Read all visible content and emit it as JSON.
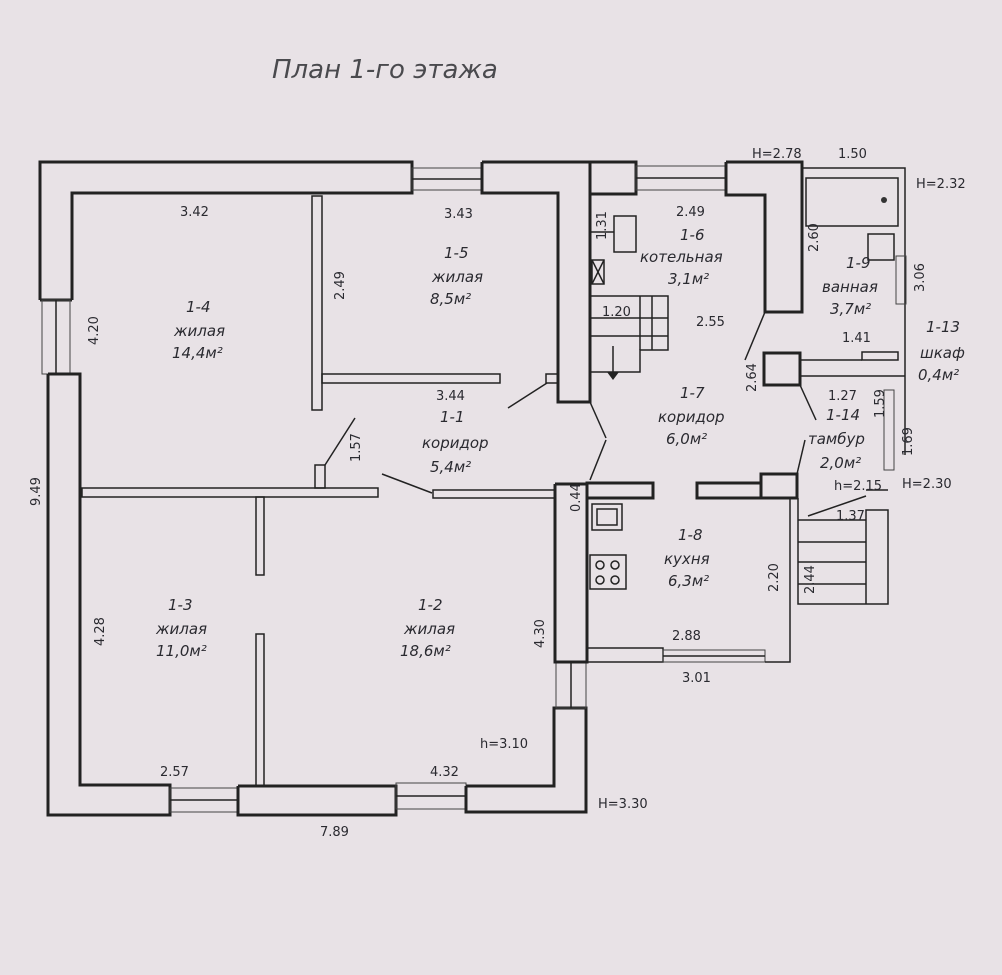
{
  "title": "План 1-го этажа",
  "rooms": [
    {
      "id": "1-4",
      "name": "жилая",
      "area": "14,4м²"
    },
    {
      "id": "1-5",
      "name": "жилая",
      "area": "8,5м²"
    },
    {
      "id": "1-6",
      "name": "котельная",
      "area": "3,1м²"
    },
    {
      "id": "1-9",
      "name": "ванная",
      "area": "3,7м²"
    },
    {
      "id": "1-13",
      "name": "шкаф",
      "area": "0,4м²"
    },
    {
      "id": "1-1",
      "name": "коридор",
      "area": "5,4м²"
    },
    {
      "id": "1-7",
      "name": "коридор",
      "area": "6,0м²"
    },
    {
      "id": "1-14",
      "name": "тамбур",
      "area": "2,0м²"
    },
    {
      "id": "1-8",
      "name": "кухня",
      "area": "6,3м²"
    },
    {
      "id": "1-3",
      "name": "жилая",
      "area": "11,0м²"
    },
    {
      "id": "1-2",
      "name": "жилая",
      "area": "18,6м²"
    }
  ],
  "dimensions": [
    "3.42",
    "3.43",
    "2.49",
    "1.50",
    "4.20",
    "2.49",
    "1.31",
    "2.60",
    "3.06",
    "1.20",
    "2.55",
    "1.41",
    "2.64",
    "3.44",
    "1.27",
    "1.59",
    "1.69",
    "1.57",
    "9.49",
    "0.44",
    "1.37",
    "4.28",
    "2.20",
    "2.44",
    "4.30",
    "2.88",
    "3.01",
    "2.57",
    "4.32",
    "7.89"
  ],
  "heights": [
    "H=2.78",
    "H=2.32",
    "h=2.15",
    "H=2.30",
    "h=3.10",
    "H=3.30"
  ]
}
